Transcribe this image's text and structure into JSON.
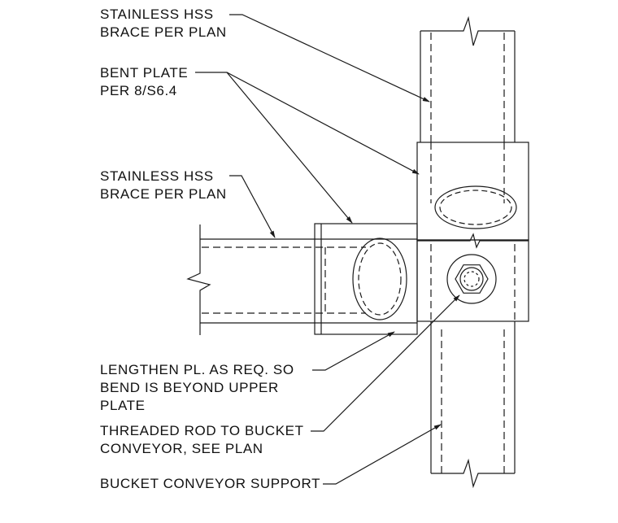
{
  "callouts": {
    "hss_upper": {
      "line1": "STAINLESS HSS",
      "line2": "BRACE PER PLAN"
    },
    "bent_plate": {
      "line1": "BENT PLATE",
      "line2": "PER 8/S6.4"
    },
    "hss_side": {
      "line1": "STAINLESS HSS",
      "line2": "BRACE PER PLAN"
    },
    "lengthen": {
      "line1": "LENGTHEN PL. AS REQ. SO",
      "line2": "BEND IS BEYOND UPPER",
      "line3": "PLATE"
    },
    "threaded_rod": {
      "line1": "THREADED ROD TO BUCKET",
      "line2": "CONVEYOR, SEE PLAN"
    },
    "bucket_support": {
      "line1": "BUCKET CONVEYOR SUPPORT"
    }
  },
  "colors": {
    "line": "#1a1a1a",
    "text": "#111111",
    "background": "#ffffff"
  }
}
